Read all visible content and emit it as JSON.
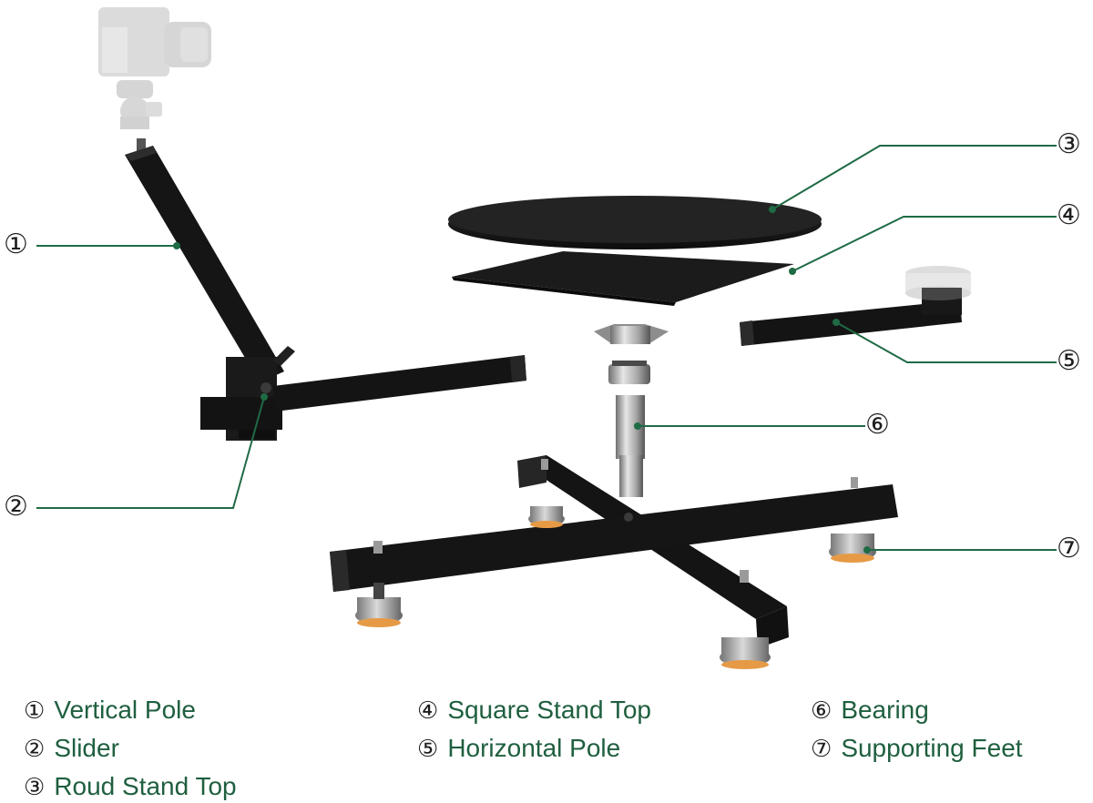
{
  "callouts": [
    {
      "id": "1",
      "symbol": "①"
    },
    {
      "id": "2",
      "symbol": "②"
    },
    {
      "id": "3",
      "symbol": "③"
    },
    {
      "id": "4",
      "symbol": "④"
    },
    {
      "id": "5",
      "symbol": "⑤"
    },
    {
      "id": "6",
      "symbol": "⑥"
    },
    {
      "id": "7",
      "symbol": "⑦"
    }
  ],
  "legend": [
    {
      "symbol": "①",
      "label": "Vertical Pole"
    },
    {
      "symbol": "②",
      "label": "Slider"
    },
    {
      "symbol": "③",
      "label": "Roud Stand Top"
    },
    {
      "symbol": "④",
      "label": "Square Stand Top"
    },
    {
      "symbol": "⑤",
      "label": "Horizontal Pole"
    },
    {
      "symbol": "⑥",
      "label": "Bearing"
    },
    {
      "symbol": "⑦",
      "label": "Supporting Feet"
    }
  ],
  "colors": {
    "leader": "#1f6b45",
    "metal": "#141414",
    "metal_edge": "#2e2e2e",
    "chrome": "#b9b9b9",
    "camera": "#c8c8c8",
    "foot_pad": "#e69a45"
  }
}
